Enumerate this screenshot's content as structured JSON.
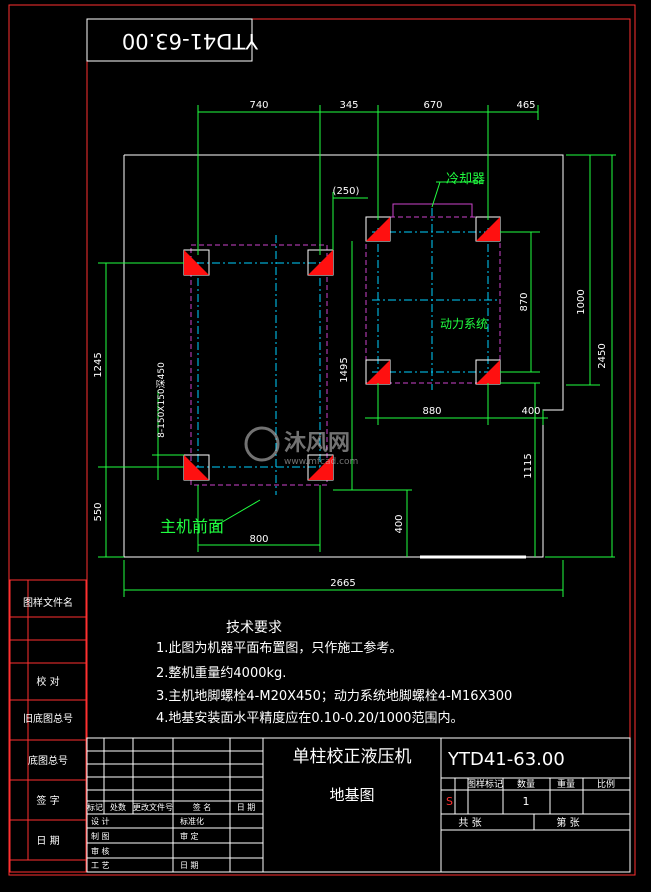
{
  "drawing": {
    "rotated_code": "YTD41-63.00",
    "dimensions": {
      "top": [
        "740",
        "345",
        "670",
        "465"
      ],
      "d250": "(250)",
      "d870": "870",
      "d1000": "1000",
      "d2450": "2450",
      "d1245": "1245",
      "d1495": "1495",
      "d550": "550",
      "d880": "880",
      "d400r": "400",
      "d1115": "1115",
      "d400b": "400",
      "d800": "800",
      "d2665": "2665",
      "bolt_note": "8-150X150深450"
    },
    "labels": {
      "cooler": "冷却器",
      "power_system": "动力系统",
      "main_front": "主机前面"
    },
    "watermark": {
      "brand": "沐风网",
      "url": "www.mfcad.com"
    }
  },
  "tech": {
    "title": "技术要求",
    "items": [
      "1.此图为机器平面布置图，只作施工参考。",
      "2.整机重量约4000kg.",
      "3.主机地脚螺栓4-M20X450；动力系统地脚螺栓4-M16X300",
      "4.地基安装面水平精度应在0.10-0.20/1000范围内。"
    ]
  },
  "left_strip": [
    "图样文件名",
    "校 对",
    "旧底图总号",
    "底图总号",
    "签 字",
    "日 期"
  ],
  "title_block": {
    "name": "单柱校正液压机",
    "subtitle": "地基图",
    "code": "YTD41-63.00",
    "headers": [
      "图样标记",
      "数量",
      "重量",
      "比例"
    ],
    "mark": "S",
    "qty": "1",
    "total": "共  张",
    "sheet": "第  张",
    "sig_headers": [
      "标记",
      "处数",
      "更改文件号",
      "签 名",
      "日 期"
    ],
    "roles_left": [
      "设 计",
      "制 图",
      "审 核",
      "工 艺"
    ],
    "roles_right": [
      "标准化",
      "审 定",
      "日 期"
    ]
  }
}
